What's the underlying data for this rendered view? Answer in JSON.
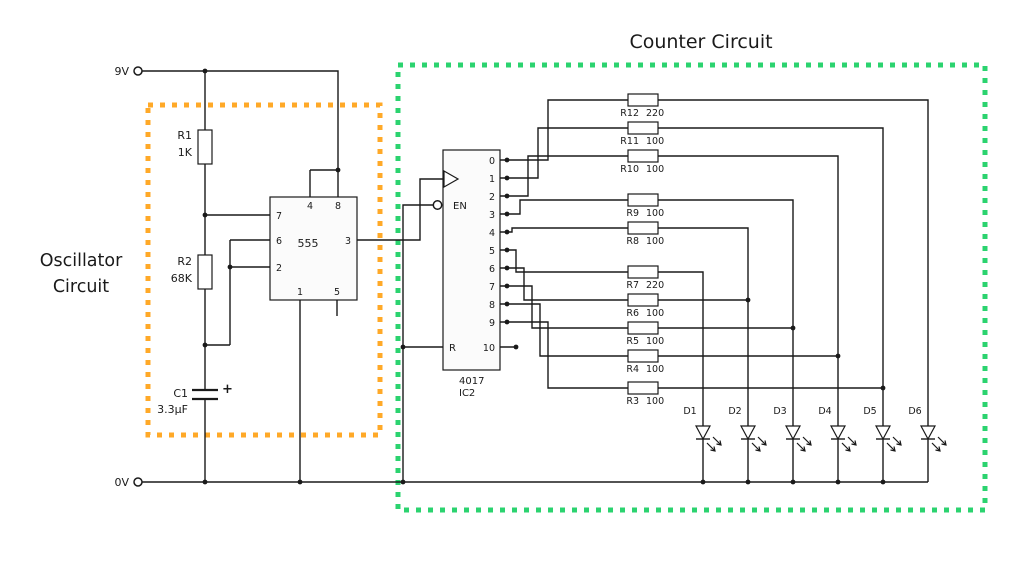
{
  "colors": {
    "oscillator_box": "#ffa928",
    "counter_box": "#2bd36f",
    "wire": "#1a1a1a"
  },
  "rails": {
    "top": "9V",
    "bottom": "0V"
  },
  "oscillator": {
    "title_line1": "Oscillator",
    "title_line2": "Circuit",
    "r1_name": "R1",
    "r1_value": "1K",
    "r2_name": "R2",
    "r2_value": "68K",
    "c1_name": "C1",
    "c1_value": "3.3µF",
    "c1_polarity": "+",
    "ic555_label": "555",
    "pin7": "7",
    "pin6": "6",
    "pin2": "2",
    "pin4": "4",
    "pin8": "8",
    "pin3": "3",
    "pin1": "1",
    "pin5": "5"
  },
  "counter": {
    "title": "Counter Circuit",
    "ic_name": "4017",
    "ic_ref": "IC2",
    "en_label": "EN",
    "reset_label": "R",
    "carry_label": "10",
    "outputs": [
      "0",
      "1",
      "2",
      "3",
      "4",
      "5",
      "6",
      "7",
      "8",
      "9"
    ],
    "resistors": [
      {
        "name": "R12",
        "value": "220"
      },
      {
        "name": "R11",
        "value": "100"
      },
      {
        "name": "R10",
        "value": "100"
      },
      {
        "name": "R9",
        "value": "100"
      },
      {
        "name": "R8",
        "value": "100"
      },
      {
        "name": "R7",
        "value": "220"
      },
      {
        "name": "R6",
        "value": "100"
      },
      {
        "name": "R5",
        "value": "100"
      },
      {
        "name": "R4",
        "value": "100"
      },
      {
        "name": "R3",
        "value": "100"
      }
    ],
    "leds": [
      "D1",
      "D2",
      "D3",
      "D4",
      "D5",
      "D6"
    ]
  }
}
